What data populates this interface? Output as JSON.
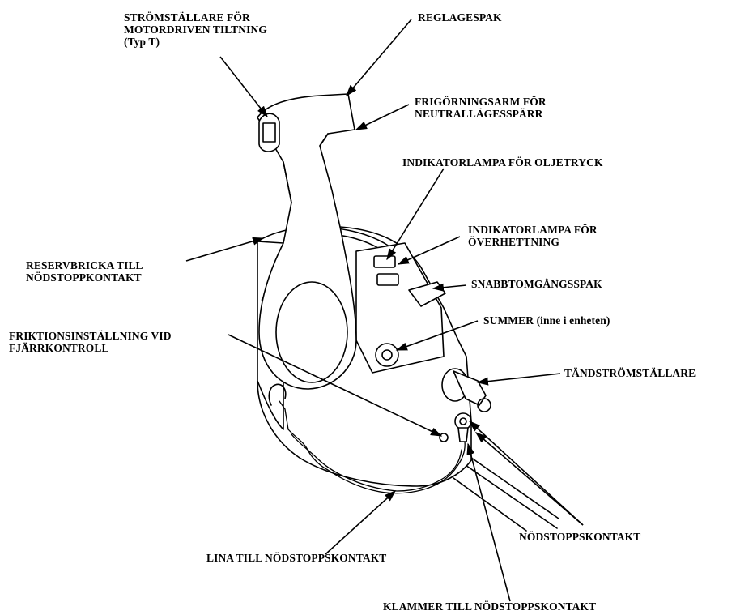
{
  "labels": {
    "power_tilt_switch": {
      "line1": "STRÖMSTÄLLARE FÖR",
      "line2": "MOTORDRIVEN TILTNING",
      "line3": "(Typ T)"
    },
    "control_lever": {
      "line1": "REGLAGESPAK"
    },
    "neutral_release": {
      "line1": "FRIGÖRNINGSARM FÖR",
      "line2": "NEUTRALLÄGESSPÄRR"
    },
    "oil_pressure_lamp": {
      "line1": "INDIKATORLAMPA FÖR OLJETRYCK"
    },
    "overheat_lamp": {
      "line1": "INDIKATORLAMPA FÖR",
      "line2": "ÖVERHETTNING"
    },
    "spare_clip": {
      "line1": "RESERVBRICKA TILL",
      "line2": "NÖDSTOPPKONTAKT"
    },
    "fast_idle": {
      "line1": "SNABBTOMGÅNGSSPAK"
    },
    "buzzer": {
      "line1": "SUMMER (inne i enheten)"
    },
    "friction": {
      "line1": "FRIKTIONSINSTÄLLNING VID",
      "line2": "FJÄRRKONTROLL"
    },
    "ignition": {
      "line1": "TÄNDSTRÖMSTÄLLARE"
    },
    "stop_switch": {
      "line1": "NÖDSTOPPSKONTAKT"
    },
    "lanyard": {
      "line1": "LINA TILL NÖDSTOPPSKONTAKT"
    },
    "clip": {
      "line1": "KLAMMER TILL NÖDSTOPPSKONTAKT"
    }
  }
}
